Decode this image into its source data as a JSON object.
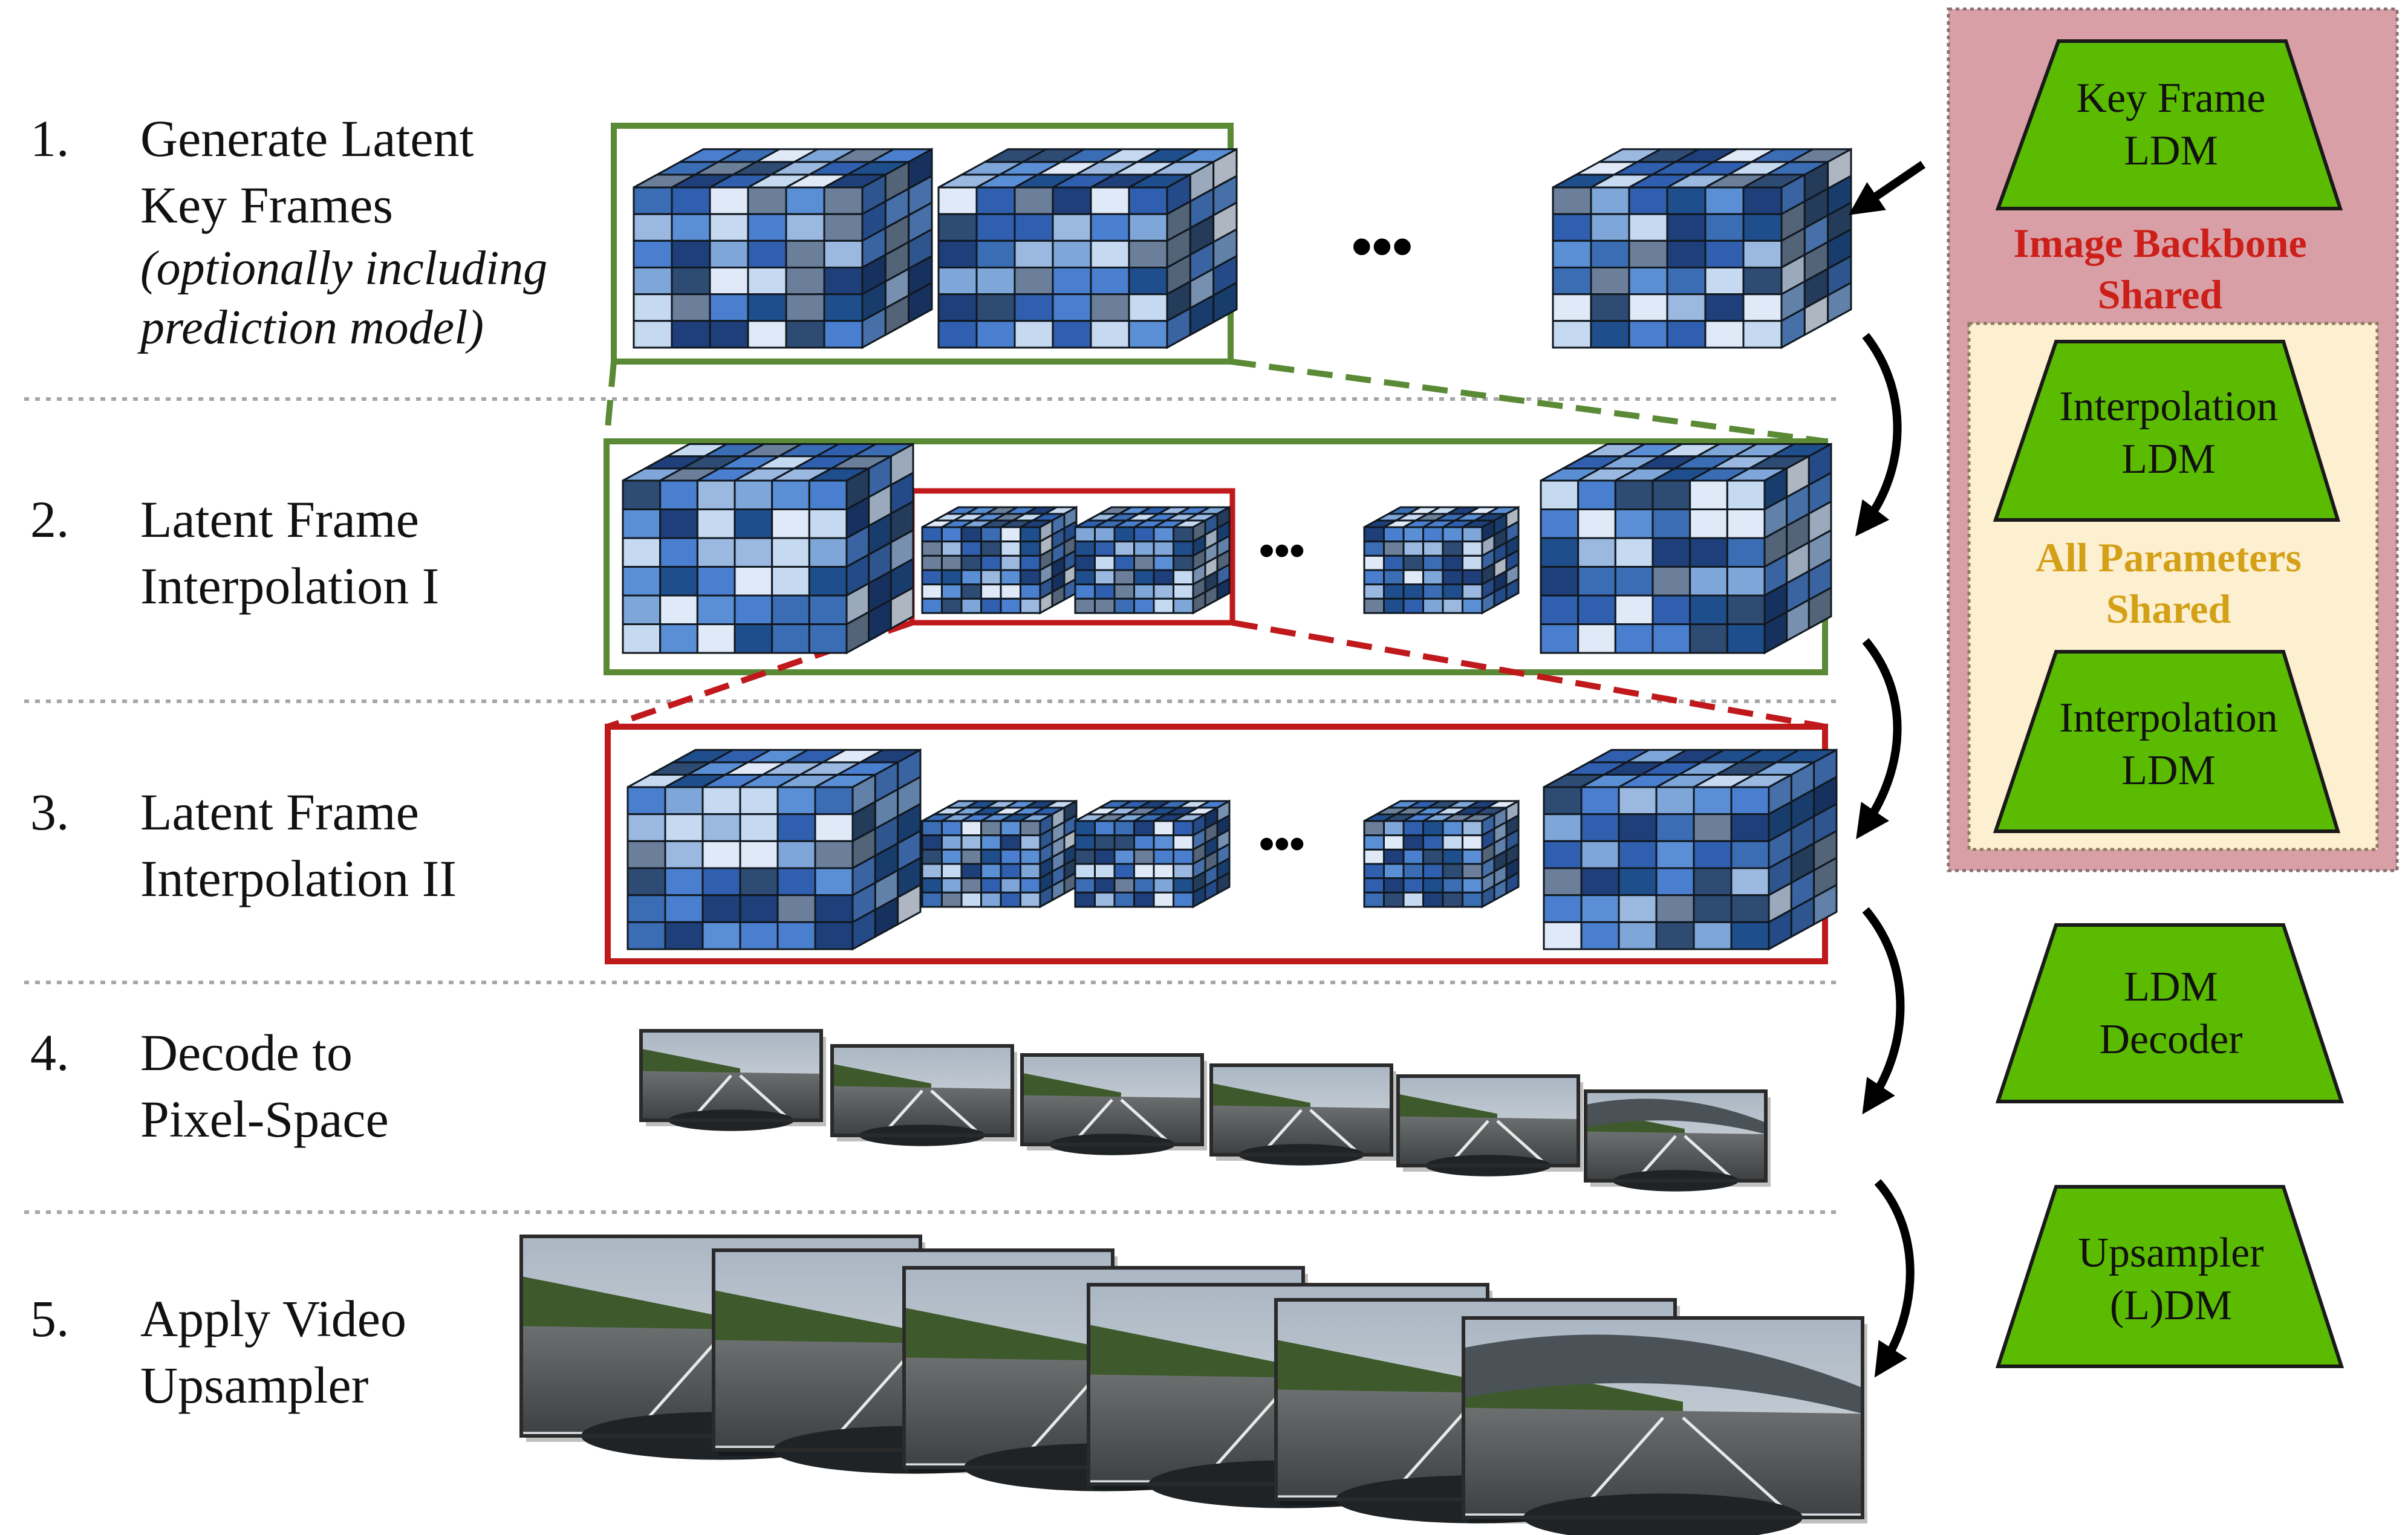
{
  "steps": [
    {
      "number": "1.",
      "line1": "Generate Latent",
      "line2": "Key Frames",
      "note1": "(optionally including",
      "note2": "prediction model)"
    },
    {
      "number": "2.",
      "line1": "Latent Frame",
      "line2": "Interpolation I"
    },
    {
      "number": "3.",
      "line1": "Latent Frame",
      "line2": "Interpolation II"
    },
    {
      "number": "4.",
      "line1": "Decode to",
      "line2": "Pixel-Space"
    },
    {
      "number": "5.",
      "line1": "Apply Video",
      "line2": "Upsampler"
    }
  ],
  "ellipsis": "•••",
  "models": {
    "key_frame": {
      "line1": "Key Frame",
      "line2": "LDM"
    },
    "interp1": {
      "line1": "Interpolation",
      "line2": "LDM"
    },
    "interp2": {
      "line1": "Interpolation",
      "line2": "LDM"
    },
    "decoder": {
      "line1": "LDM",
      "line2": "Decoder"
    },
    "upsampler": {
      "line1": "Upsampler",
      "line2": "(L)DM"
    }
  },
  "groups": {
    "image_backbone": {
      "line1": "Image Backbone",
      "line2": "Shared",
      "color": "#cc1f1a"
    },
    "all_parameters": {
      "line1": "All Parameters",
      "line2": "Shared",
      "color": "#d4a017"
    }
  },
  "colors": {
    "green_box": "#5a8a35",
    "red_box": "#c0191c",
    "ldm_fill": "#5bbb00",
    "backbone_bg": "#d8a0a6",
    "params_bg": "#fdf0d0"
  },
  "cube_palette": [
    "#2f5fae",
    "#4a7fd0",
    "#1e3f7a",
    "#9ab8e0",
    "#c5d9f1",
    "#6b7f9a",
    "#3b6db5",
    "#dfe9f7",
    "#1f4e8c",
    "#7ea6d8",
    "#2e4b73",
    "#5a8fd6"
  ]
}
